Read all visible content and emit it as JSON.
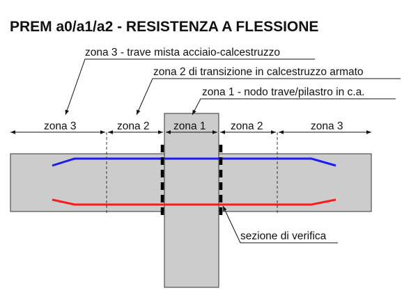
{
  "title": "PREM a0/a1/a2 - RESISTENZA A FLESSIONE",
  "callouts": {
    "zone3": "zona 3 - trave mista acciaio-calcestruzzo",
    "zone2": "zona 2 di transizione in calcestruzzo armato",
    "zone1": "zona 1 - nodo trave/pilastro in c.a.",
    "section": "sezione di verifica"
  },
  "zones": [
    "zona 3",
    "zona 2",
    "zona 1",
    "zona 2",
    "zona 3"
  ],
  "colors": {
    "concrete": "#cccccc",
    "top_rebar": "#1a1aff",
    "bottom_rebar": "#ff1a1a",
    "outline": "#333333",
    "text": "#111111"
  }
}
